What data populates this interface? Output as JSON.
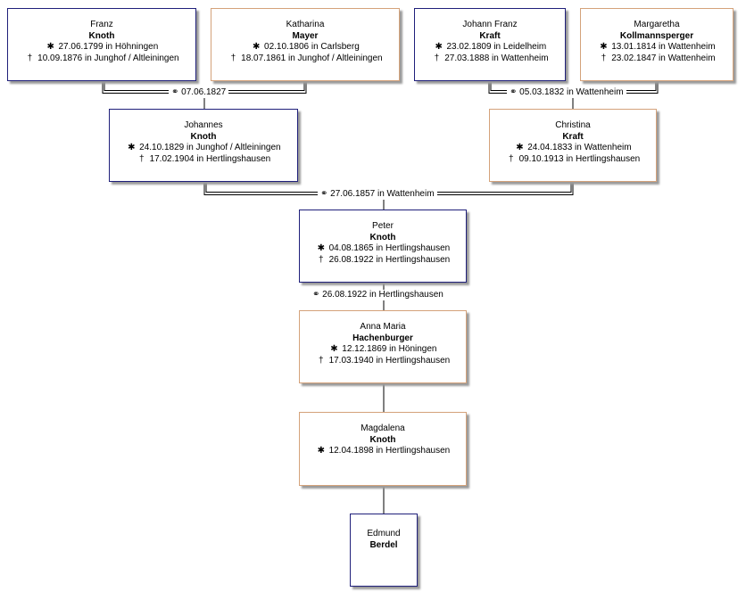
{
  "symbols": {
    "birth": "✱",
    "death": "†",
    "marriage": "⚭"
  },
  "persons": {
    "franz": {
      "given": "Franz",
      "surname": "Knoth",
      "birth": "27.06.1799 in Höhningen",
      "death": "10.09.1876 in Junghof / Altleiningen"
    },
    "katharina": {
      "given": "Katharina",
      "surname": "Mayer",
      "birth": "02.10.1806 in Carlsberg",
      "death": "18.07.1861 in Junghof / Altleiningen"
    },
    "johannfranz": {
      "given": "Johann Franz",
      "surname": "Kraft",
      "birth": "23.02.1809 in Leidelheim",
      "death": "27.03.1888 in Wattenheim"
    },
    "margaretha": {
      "given": "Margaretha",
      "surname": "Kollmannsperger",
      "birth": "13.01.1814 in Wattenheim",
      "death": "23.02.1847 in Wattenheim"
    },
    "johannes": {
      "given": "Johannes",
      "surname": "Knoth",
      "birth": "24.10.1829 in Junghof / Altleiningen",
      "death": "17.02.1904 in Hertlingshausen"
    },
    "christina": {
      "given": "Christina",
      "surname": "Kraft",
      "birth": "24.04.1833 in Wattenheim",
      "death": "09.10.1913 in Hertlingshausen"
    },
    "peter": {
      "given": "Peter",
      "surname": "Knoth",
      "birth": "04.08.1865 in Hertlingshausen",
      "death": "26.08.1922 in Hertlingshausen"
    },
    "annamaria": {
      "given": "Anna Maria",
      "surname": "Hachenburger",
      "birth": "12.12.1869 in Höningen",
      "death": "17.03.1940 in Hertlingshausen"
    },
    "magdalena": {
      "given": "Magdalena",
      "surname": "Knoth",
      "birth": "12.04.1898 in Hertlingshausen"
    },
    "edmund": {
      "given": "Edmund",
      "surname": "Berdel"
    }
  },
  "marriages": {
    "franz_katharina": "07.06.1827",
    "kraft_kollmannsperger": "05.03.1832 in Wattenheim",
    "johannes_christina": "27.06.1857 in Wattenheim",
    "peter_annamaria": "26.08.1922 in Hertlingshausen"
  }
}
